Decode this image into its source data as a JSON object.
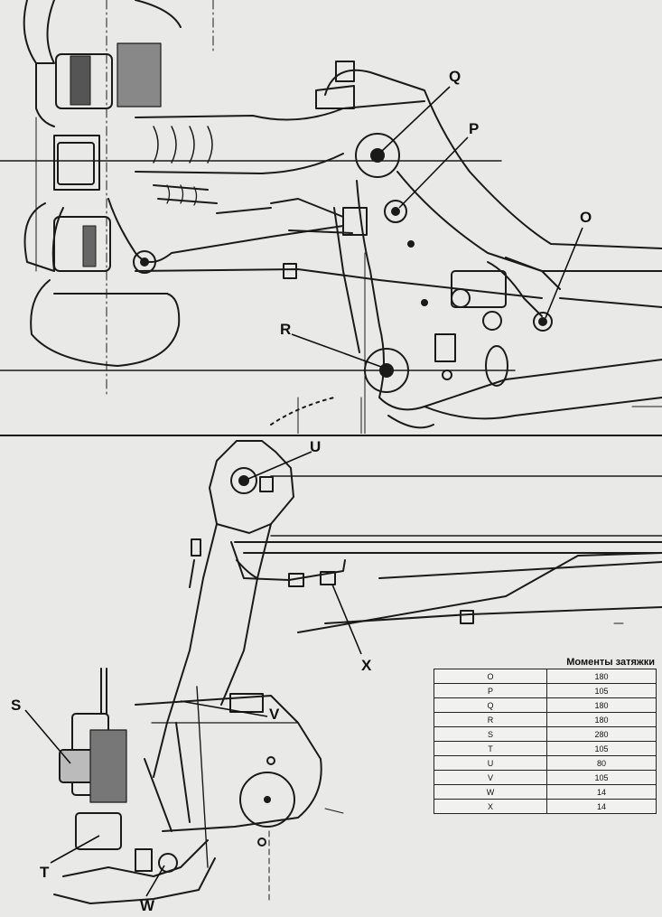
{
  "callouts": {
    "Q": "Q",
    "P": "P",
    "O": "O",
    "R": "R",
    "U": "U",
    "X": "X",
    "V": "V",
    "S": "S",
    "T": "T",
    "W": "W"
  },
  "torque_table": {
    "title": "Моменты затяжки",
    "rows": [
      {
        "label": "O",
        "value": "180"
      },
      {
        "label": "P",
        "value": "105"
      },
      {
        "label": "Q",
        "value": "180"
      },
      {
        "label": "R",
        "value": "180"
      },
      {
        "label": "S",
        "value": "280"
      },
      {
        "label": "T",
        "value": "105"
      },
      {
        "label": "U",
        "value": "80"
      },
      {
        "label": "V",
        "value": "105"
      },
      {
        "label": "W",
        "value": "14"
      },
      {
        "label": "X",
        "value": "14"
      }
    ]
  }
}
